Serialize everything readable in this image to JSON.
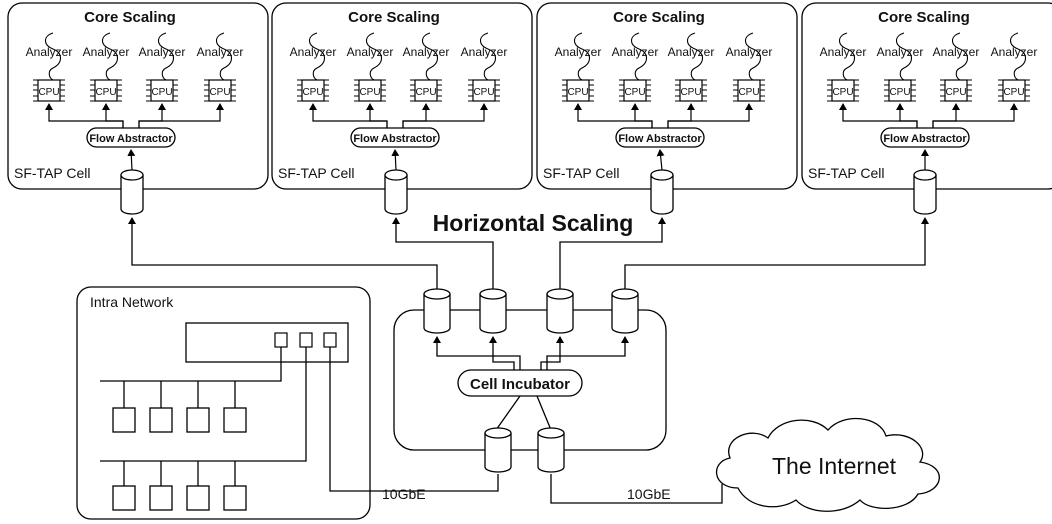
{
  "cells": [
    {
      "core_title": "Core Scaling",
      "cell_label": "SF-TAP Cell",
      "abstractor": "Flow Abstractor",
      "analyzers": [
        "Analyzer",
        "Analyzer",
        "Analyzer",
        "Analyzer"
      ],
      "cpus": [
        "CPU",
        "CPU",
        "CPU",
        "CPU"
      ]
    },
    {
      "core_title": "Core Scaling",
      "cell_label": "SF-TAP Cell",
      "abstractor": "Flow Abstractor",
      "analyzers": [
        "Analyzer",
        "Analyzer",
        "Analyzer",
        "Analyzer"
      ],
      "cpus": [
        "CPU",
        "CPU",
        "CPU",
        "CPU"
      ]
    },
    {
      "core_title": "Core Scaling",
      "cell_label": "SF-TAP Cell",
      "abstractor": "Flow Abstractor",
      "analyzers": [
        "Analyzer",
        "Analyzer",
        "Analyzer",
        "Analyzer"
      ],
      "cpus": [
        "CPU",
        "CPU",
        "CPU",
        "CPU"
      ]
    },
    {
      "core_title": "Core Scaling",
      "cell_label": "SF-TAP Cell",
      "abstractor": "Flow Abstractor",
      "analyzers": [
        "Analyzer",
        "Analyzer",
        "Analyzer",
        "Analyzer"
      ],
      "cpus": [
        "CPU",
        "CPU",
        "CPU",
        "CPU"
      ]
    }
  ],
  "horizontal_scaling": "Horizontal Scaling",
  "intra_network": "Intra Network",
  "cell_incubator": "Cell Incubator",
  "internet": "The Internet",
  "link_left": "10GbE",
  "link_right": "10GbE"
}
